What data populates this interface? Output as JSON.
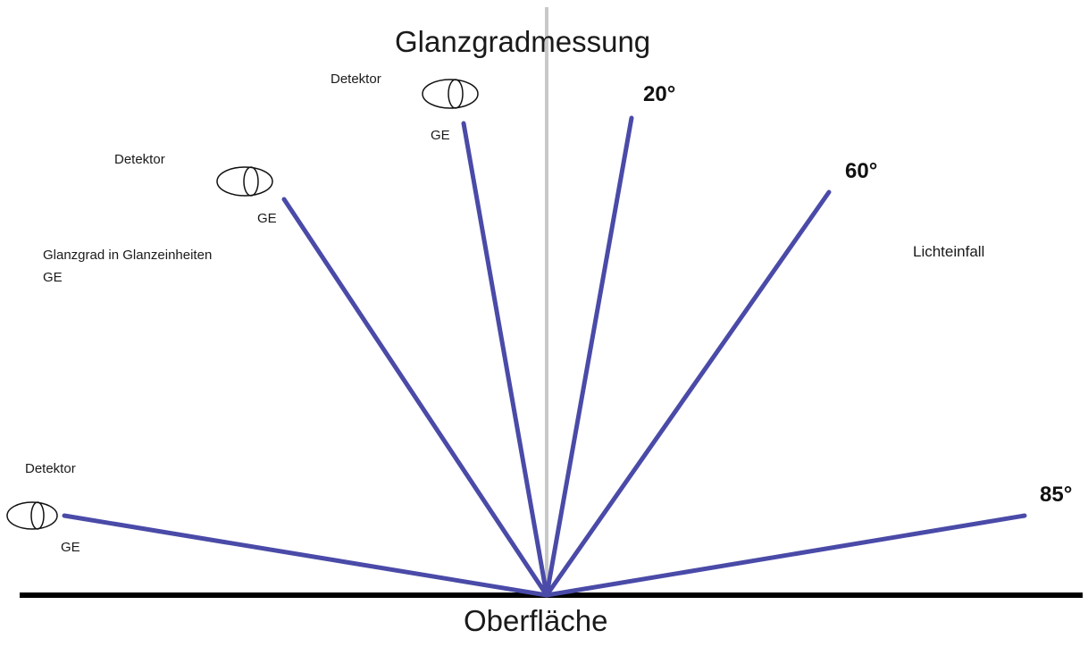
{
  "title": "Glanzgradmessung",
  "surface_label": "Oberfläche",
  "incidence_label": "Lichteinfall",
  "unit_note": {
    "line1": "Glanzgrad in Glanzeinheiten",
    "line2": "GE"
  },
  "angles": [
    "20°",
    "60°",
    "85°"
  ],
  "detectors": [
    {
      "label": "Detektor",
      "unit": "GE"
    },
    {
      "label": "Detektor",
      "unit": "GE"
    },
    {
      "label": "Detektor",
      "unit": "GE"
    }
  ],
  "colors": {
    "beam": "#4a4aa8",
    "normal": "#c8c8c8",
    "surface": "#000000"
  }
}
